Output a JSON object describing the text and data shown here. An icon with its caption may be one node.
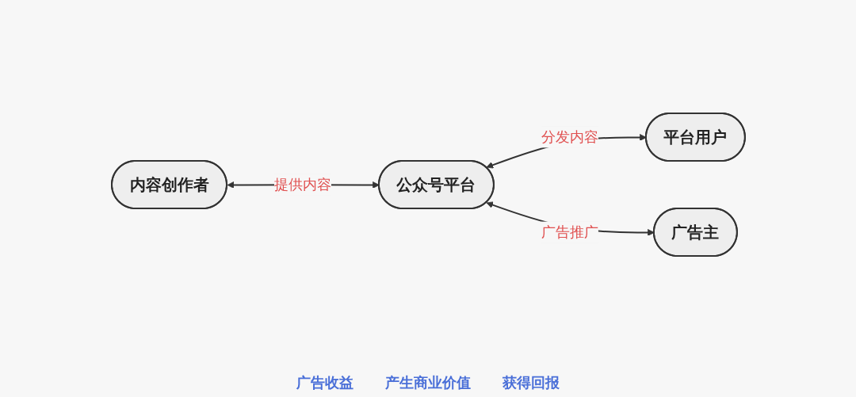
{
  "diagram": {
    "nodes": [
      {
        "text": [
          "内容创作者"
        ]
      },
      {
        "text": [
          "公众号平台"
        ]
      },
      {
        "text": [
          "平台用户"
        ]
      },
      {
        "text": [
          "广告主"
        ]
      }
    ],
    "edges": [
      {
        "from": 0,
        "to": 1,
        "arrow": "both",
        "label": "提供内容"
      },
      {
        "from": 1,
        "to": 2,
        "arrow": "both",
        "label": "分发内容"
      },
      {
        "from": 1,
        "to": 3,
        "arrow": "both",
        "label": "广告推广"
      }
    ],
    "labels": [
      "广告收益",
      "产生商业价值",
      "获得回报"
    ]
  }
}
